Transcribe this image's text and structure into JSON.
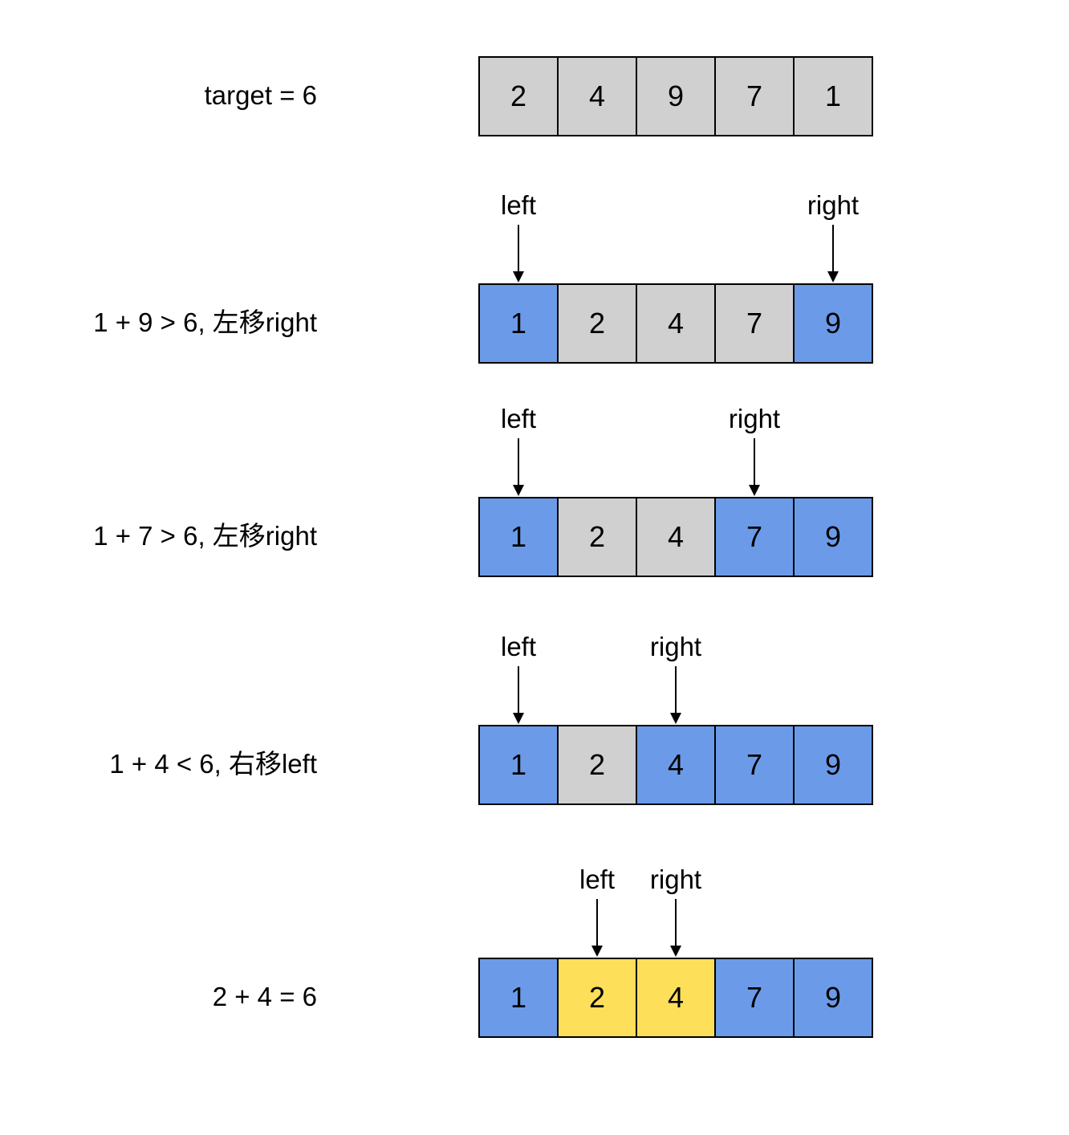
{
  "colors": {
    "gray": "#d0d0d0",
    "blue": "#6b9be8",
    "yellow": "#fddf5a"
  },
  "steps": [
    {
      "caption": "target = 6",
      "cells": [
        {
          "value": "2",
          "color": "gray"
        },
        {
          "value": "4",
          "color": "gray"
        },
        {
          "value": "9",
          "color": "gray"
        },
        {
          "value": "7",
          "color": "gray"
        },
        {
          "value": "1",
          "color": "gray"
        }
      ],
      "pointers": []
    },
    {
      "caption": "1 + 9 > 6, 左移right",
      "cells": [
        {
          "value": "1",
          "color": "blue"
        },
        {
          "value": "2",
          "color": "gray"
        },
        {
          "value": "4",
          "color": "gray"
        },
        {
          "value": "7",
          "color": "gray"
        },
        {
          "value": "9",
          "color": "blue"
        }
      ],
      "pointers": [
        {
          "label": "left",
          "index": 0
        },
        {
          "label": "right",
          "index": 4
        }
      ]
    },
    {
      "caption": "1 + 7 > 6, 左移right",
      "cells": [
        {
          "value": "1",
          "color": "blue"
        },
        {
          "value": "2",
          "color": "gray"
        },
        {
          "value": "4",
          "color": "gray"
        },
        {
          "value": "7",
          "color": "blue"
        },
        {
          "value": "9",
          "color": "blue"
        }
      ],
      "pointers": [
        {
          "label": "left",
          "index": 0
        },
        {
          "label": "right",
          "index": 3
        }
      ]
    },
    {
      "caption": "1 + 4 < 6, 右移left",
      "cells": [
        {
          "value": "1",
          "color": "blue"
        },
        {
          "value": "2",
          "color": "gray"
        },
        {
          "value": "4",
          "color": "blue"
        },
        {
          "value": "7",
          "color": "blue"
        },
        {
          "value": "9",
          "color": "blue"
        }
      ],
      "pointers": [
        {
          "label": "left",
          "index": 0
        },
        {
          "label": "right",
          "index": 2
        }
      ]
    },
    {
      "caption": "2 + 4 = 6",
      "cells": [
        {
          "value": "1",
          "color": "blue"
        },
        {
          "value": "2",
          "color": "yellow"
        },
        {
          "value": "4",
          "color": "yellow"
        },
        {
          "value": "7",
          "color": "blue"
        },
        {
          "value": "9",
          "color": "blue"
        }
      ],
      "pointers": [
        {
          "label": "left",
          "index": 1
        },
        {
          "label": "right",
          "index": 2
        }
      ]
    }
  ]
}
